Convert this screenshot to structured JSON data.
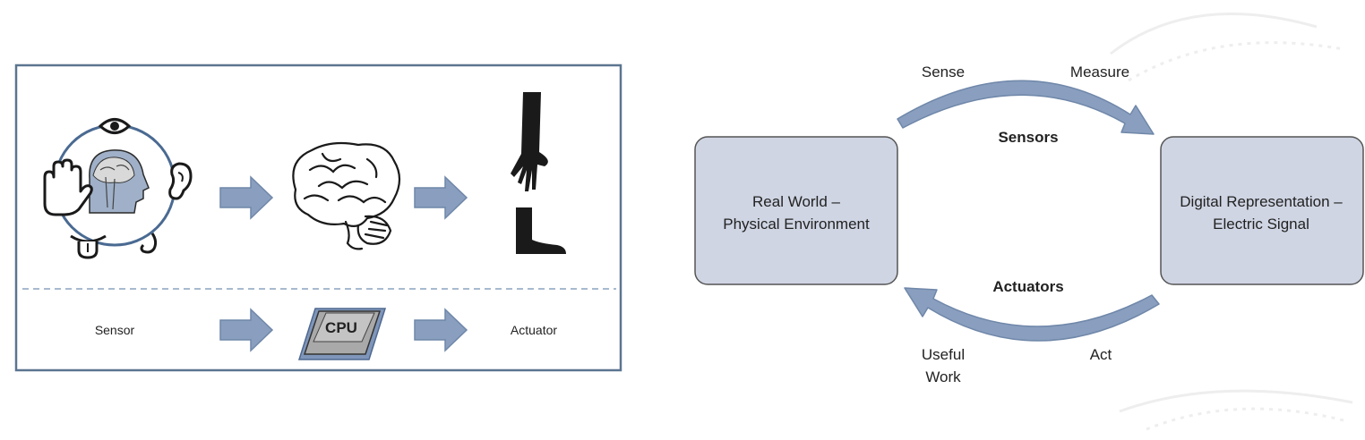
{
  "left_panel": {
    "sensor_label": "Sensor",
    "cpu_label": "CPU",
    "actuator_label": "Actuator"
  },
  "right_panel": {
    "box_left_line1": "Real World –",
    "box_left_line2": "Physical Environment",
    "box_right_line1": "Digital Representation –",
    "box_right_line2": "Electric Signal",
    "sensors_label": "Sensors",
    "actuators_label": "Actuators",
    "sense_label": "Sense",
    "measure_label": "Measure",
    "useful_work_line1": "Useful",
    "useful_work_line2": "Work",
    "act_label": "Act"
  },
  "colors": {
    "frame": "#5b7590",
    "arrow_fill": "#8a9fbf",
    "arrow_stroke": "#6f87a9",
    "box_fill": "#cfd5e3",
    "box_stroke": "#555555",
    "dashed_line": "#8aa3bf",
    "icon": "#1a1a1a"
  }
}
